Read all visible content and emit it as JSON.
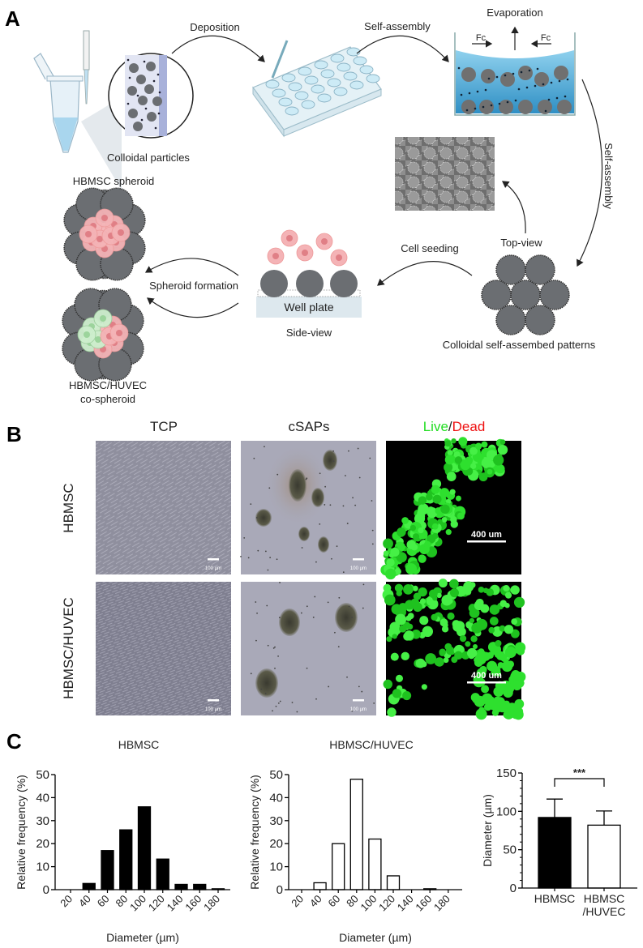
{
  "panels": {
    "a": "A",
    "b": "B",
    "c": "C"
  },
  "schematic": {
    "deposition": "Deposition",
    "self_assembly_top": "Self-assembly",
    "evaporation": "Evaporation",
    "fc_left": "Fc",
    "fc_right": "Fc",
    "self_assembly_side": "Self-assembly",
    "colloidal_particles": "Colloidal particles",
    "hbmsc_spheroid": "HBMSC spheroid",
    "top_view": "Top-view",
    "cell_seeding": "Cell seeding",
    "spheroid_formation": "Spheroid formation",
    "well_plate": "Well plate",
    "side_view": "Side-view",
    "patterns": "Colloidal self-assembed patterns",
    "co_spheroid_line1": "HBMSC/HUVEC",
    "co_spheroid_line2": "co-spheroid"
  },
  "micrographs": {
    "col_tcp": "TCP",
    "col_csaps": "cSAPs",
    "col_live": "Live",
    "col_slash": "/",
    "col_dead": "Dead",
    "row_1": "HBMSC",
    "row_2": "HBMSC/HUVEC",
    "scale_bar_bright": "100 µm",
    "scale_bar_fluor": "400 um"
  },
  "colors": {
    "live": "#22dd22",
    "dead": "#ee1111",
    "fluid": "#4fb0da",
    "cell_pink": "#f4b3b6",
    "cell_green": "#cdeecd",
    "colloid_gray": "#6b6e72"
  },
  "chart_data": [
    {
      "type": "bar",
      "title": "HBMSC",
      "xlabel": "Diameter (µm)",
      "ylabel": "Relative frequency (%)",
      "categories": [
        "20",
        "40",
        "60",
        "80",
        "100",
        "120",
        "140",
        "160",
        "180"
      ],
      "values": [
        0,
        2.7,
        17,
        26,
        36,
        13.3,
        2.3,
        2.3,
        0.4
      ],
      "ylim": [
        0,
        50
      ],
      "yticks": [
        "0",
        "10",
        "20",
        "30",
        "40",
        "50"
      ],
      "bar_fill": "#000000",
      "grid": false
    },
    {
      "type": "bar",
      "title": "HBMSC/HUVEC",
      "xlabel": "Diameter (µm)",
      "ylabel": "Relative frequency (%)",
      "categories": [
        "20",
        "40",
        "60",
        "80",
        "100",
        "120",
        "140",
        "160",
        "180"
      ],
      "values": [
        0,
        3,
        20,
        48,
        22,
        6,
        0,
        0.4,
        0
      ],
      "ylim": [
        0,
        50
      ],
      "yticks": [
        "0",
        "10",
        "20",
        "30",
        "40",
        "50"
      ],
      "bar_fill": "#ffffff",
      "grid": false
    },
    {
      "type": "bar",
      "title": "",
      "xlabel": "",
      "ylabel": "Diameter (µm)",
      "categories": [
        "HBMSC",
        "HBMSC\n/HUVEC"
      ],
      "category_lines": [
        [
          "HBMSC"
        ],
        [
          "HBMSC",
          "/HUVEC"
        ]
      ],
      "values": [
        92,
        82
      ],
      "error_upper": [
        24,
        18.5
      ],
      "bar_fills": [
        "#000000",
        "#ffffff"
      ],
      "ylim": [
        0,
        150
      ],
      "yticks": [
        "0",
        "50",
        "100",
        "150"
      ],
      "significance": "***",
      "grid": false
    }
  ]
}
